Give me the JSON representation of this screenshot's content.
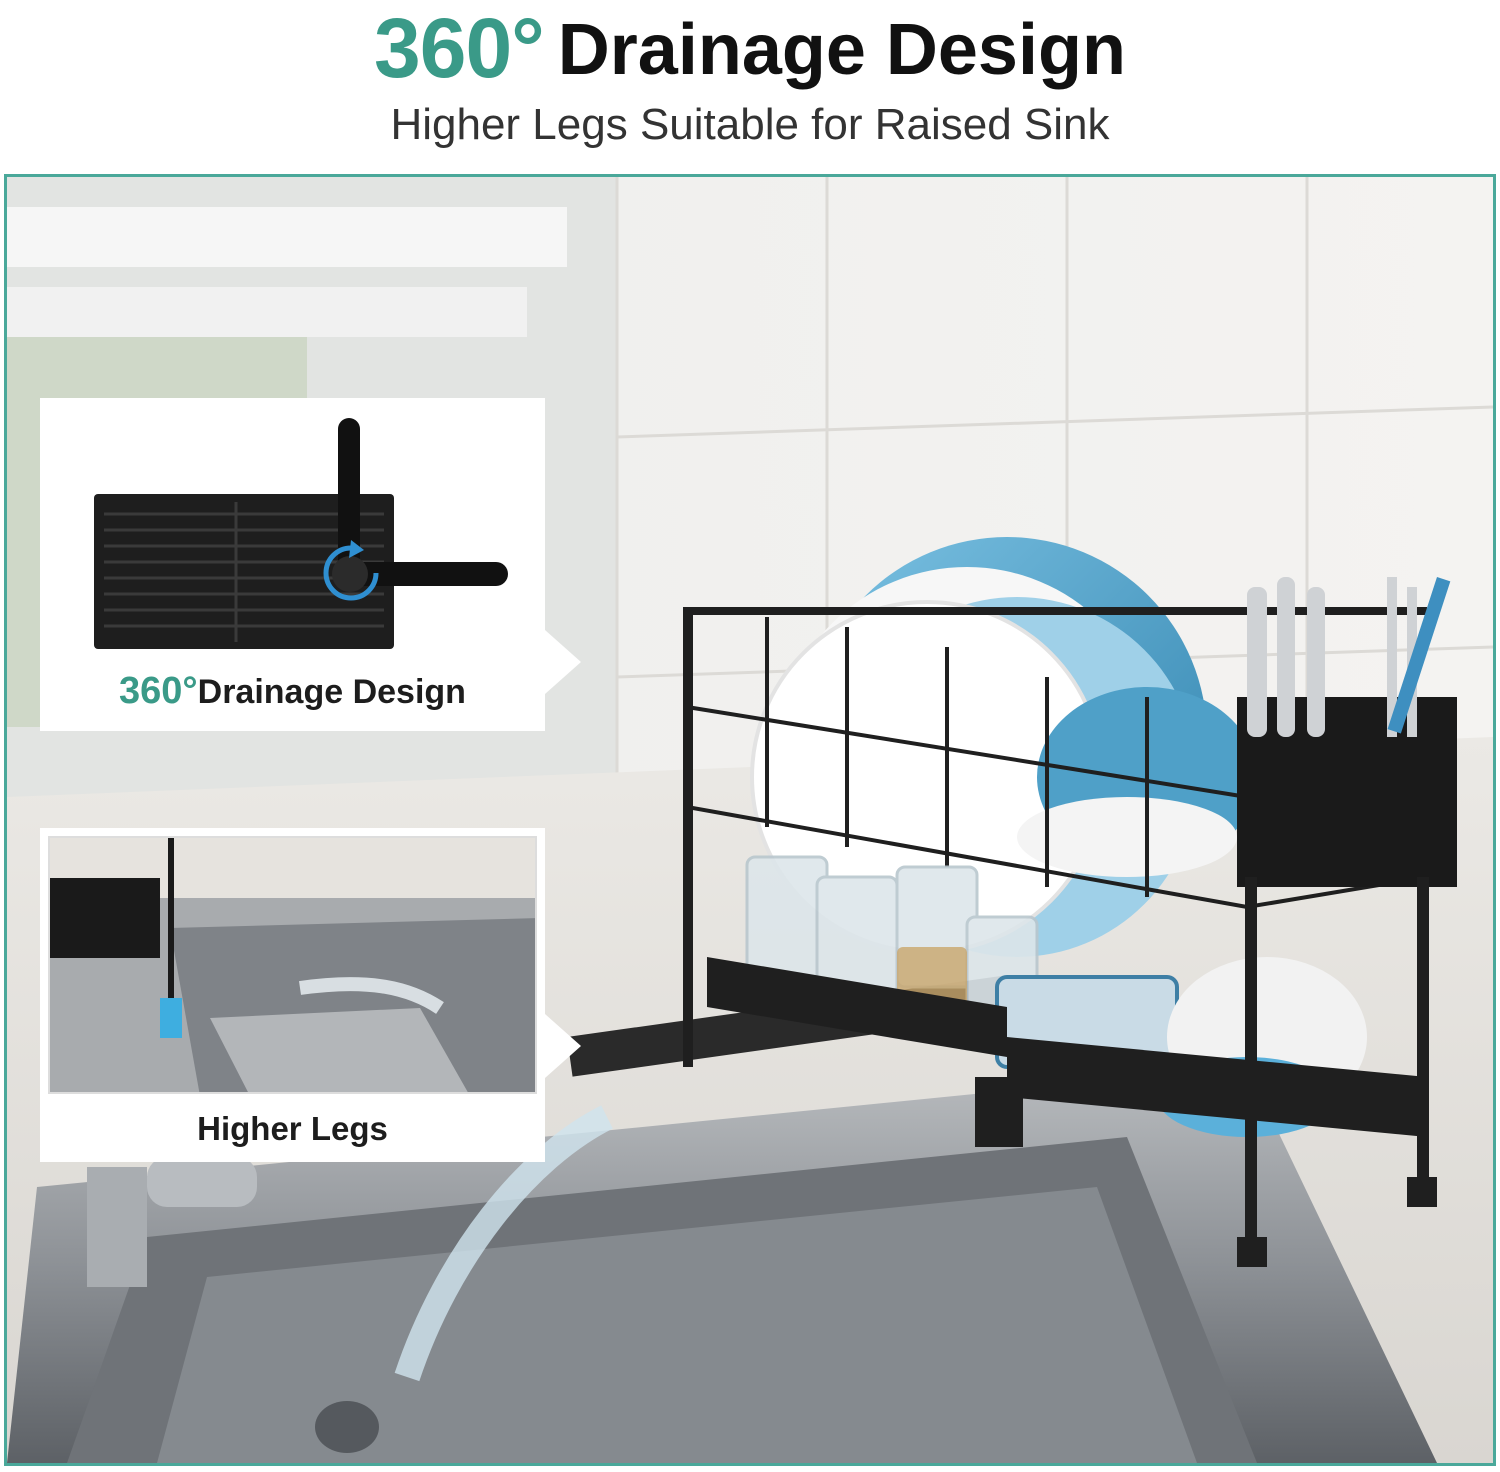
{
  "header": {
    "accent": "360°",
    "title": "Drainage Design",
    "subtitle": "Higher Legs Suitable for Raised Sink"
  },
  "callouts": [
    {
      "accent": "360°",
      "label": "Drainage Design",
      "icon": "rotate-arrow-icon"
    },
    {
      "label": "Higher Legs"
    }
  ],
  "colors": {
    "accent": "#3a9a88",
    "frame": "#4aa89a",
    "rack_black": "#1f1f1f",
    "plate_blue": "#3e92bd"
  }
}
